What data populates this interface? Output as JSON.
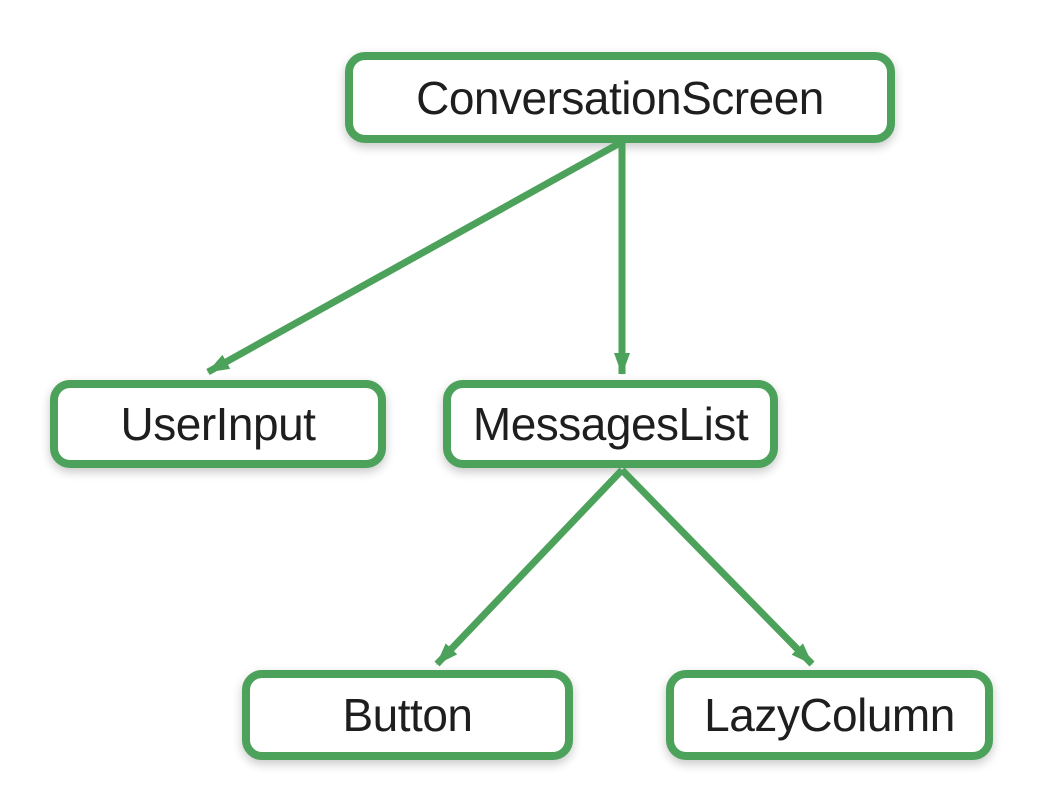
{
  "diagram": {
    "type": "tree",
    "nodes": [
      {
        "id": "conversation-screen",
        "label": "ConversationScreen"
      },
      {
        "id": "user-input",
        "label": "UserInput"
      },
      {
        "id": "messages-list",
        "label": "MessagesList"
      },
      {
        "id": "button",
        "label": "Button"
      },
      {
        "id": "lazy-column",
        "label": "LazyColumn"
      }
    ],
    "edges": [
      {
        "from": "ConversationScreen",
        "to": "UserInput"
      },
      {
        "from": "ConversationScreen",
        "to": "MessagesList"
      },
      {
        "from": "MessagesList",
        "to": "Button"
      },
      {
        "from": "MessagesList",
        "to": "LazyColumn"
      }
    ],
    "colors": {
      "accent_green": "#4CA25A",
      "node_background": "#FFFFFF",
      "text": "#1E1E1E",
      "page_background": "#FFFFFF"
    }
  }
}
